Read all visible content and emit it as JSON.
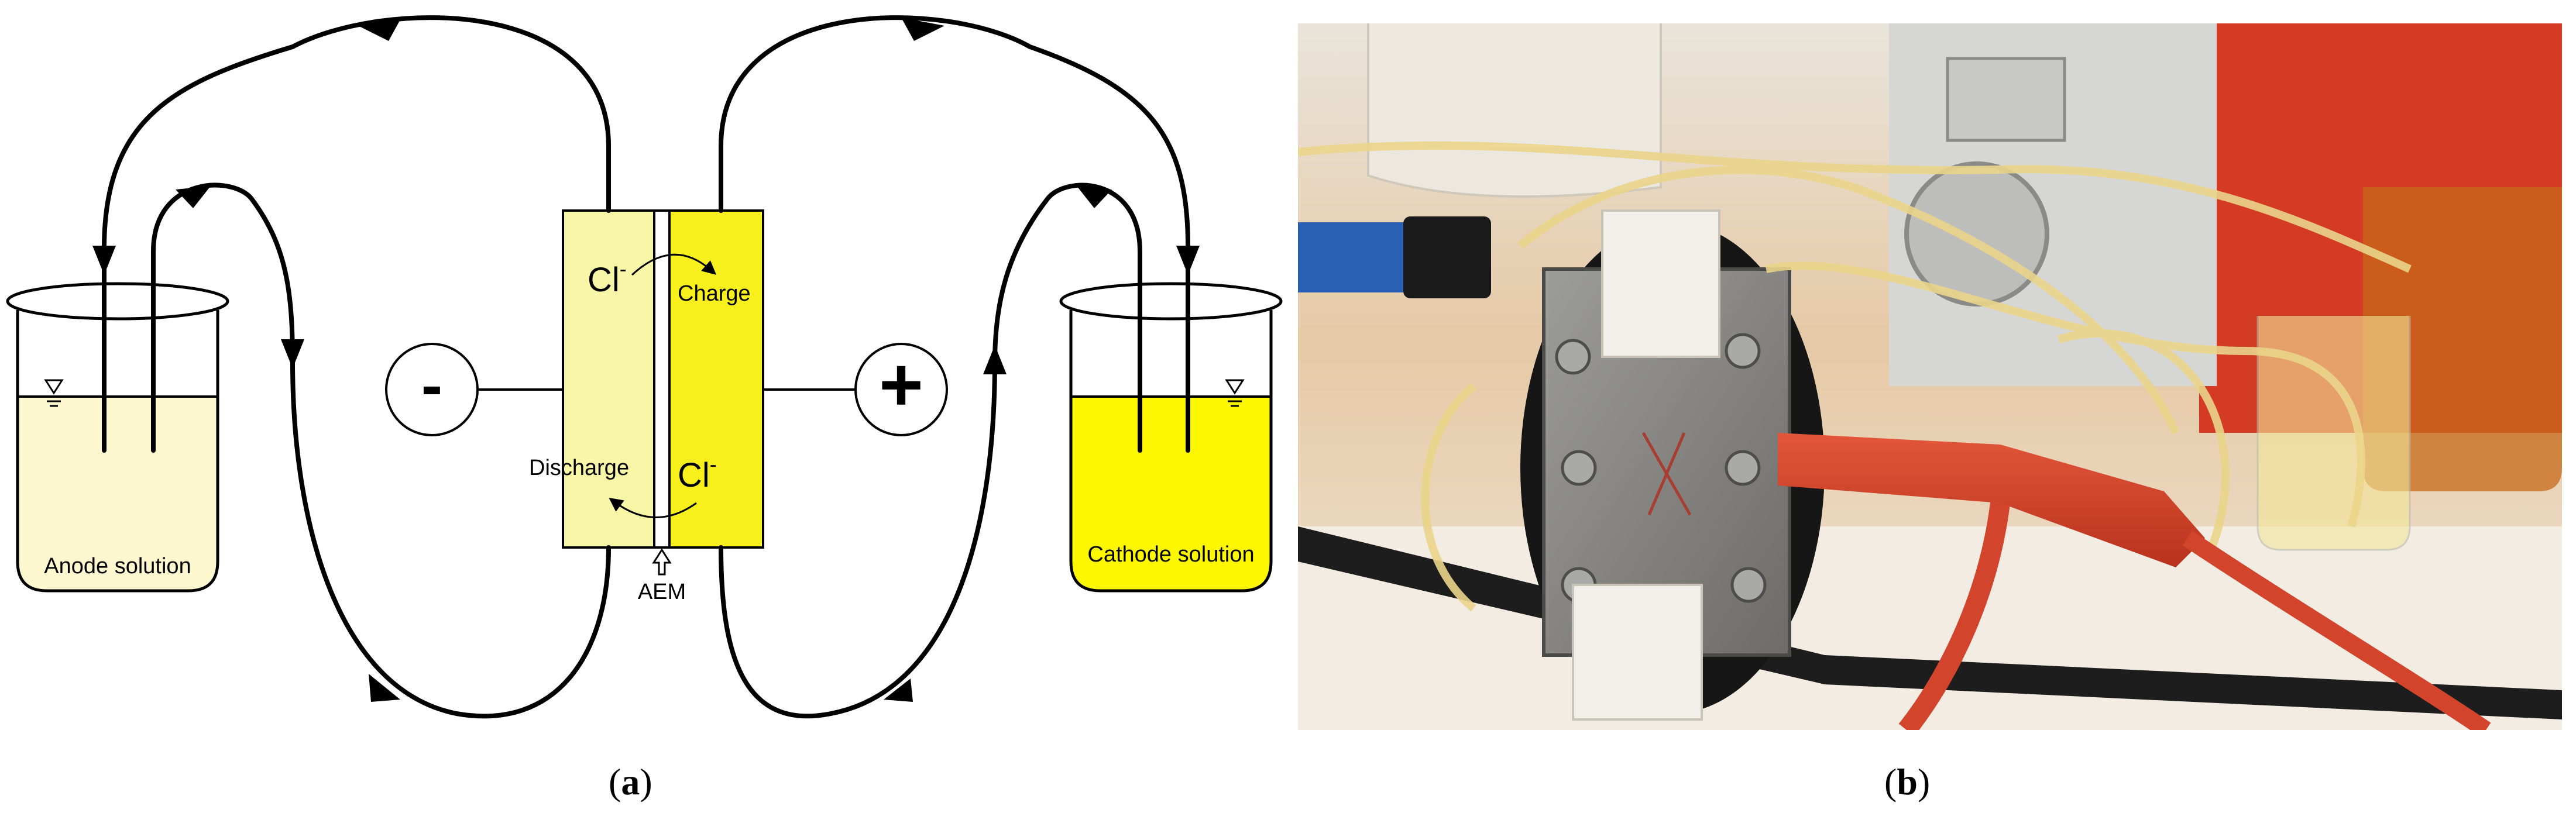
{
  "diagram": {
    "anode_label": "Anode solution",
    "cathode_label": "Cathode solution",
    "charge_label": "Charge",
    "discharge_label": "Discharge",
    "ion_top": "Cl",
    "ion_top_sup": "-",
    "ion_bottom": "Cl",
    "ion_bottom_sup": "-",
    "membrane_label": "AEM",
    "negative_sign": "-",
    "positive_sign": "+",
    "colors": {
      "anode_solution": "#fdf7d0",
      "cathode_solution": "#fdf802",
      "anode_electrode": "#f8f7a8",
      "cathode_electrode": "#f7f01c"
    }
  },
  "captions": {
    "a_open": "(",
    "a_letter": "a",
    "a_close": ")",
    "b_open": "(",
    "b_letter": "b",
    "b_close": ")"
  }
}
